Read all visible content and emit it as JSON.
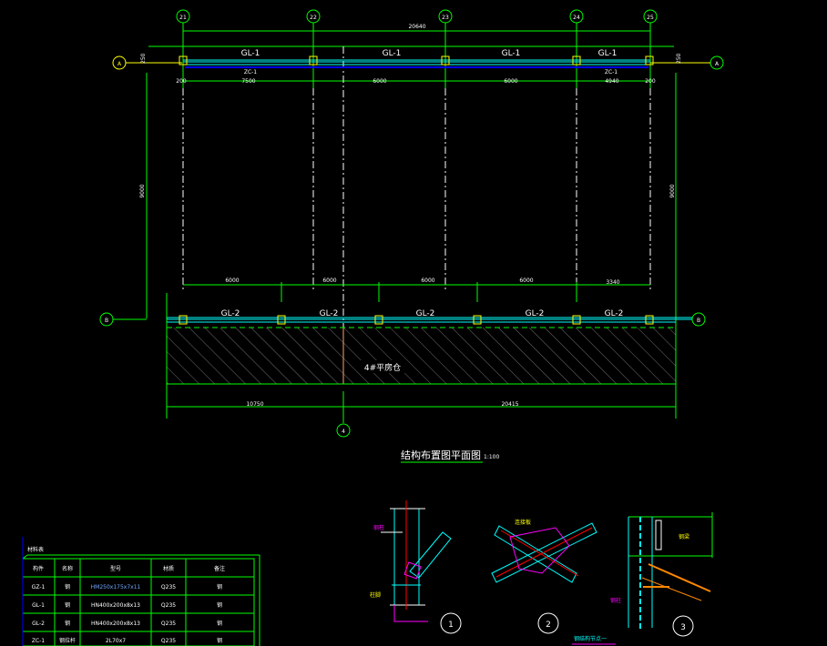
{
  "plan": {
    "top_axes": [
      "21",
      "22",
      "23",
      "24",
      "25"
    ],
    "row_axes": {
      "a": "A",
      "b": "B",
      "c": "4"
    },
    "overall_dim": "20640",
    "top_beam_labels": [
      "GL-1",
      "GL-1",
      "GL-1",
      "GL-1"
    ],
    "top_sub_labels": [
      "ZC-1",
      "ZC-1"
    ],
    "top_dims": [
      "200",
      "7500",
      "6000",
      "6000",
      "4940",
      "200"
    ],
    "side_dim": "9000",
    "side_small": "250",
    "mid_dims": [
      "6000",
      "6000",
      "6000",
      "6000",
      "3340"
    ],
    "bottom_beam_labels": [
      "GL-2",
      "GL-2",
      "GL-2",
      "GL-2",
      "GL-2"
    ],
    "area_label": "4#平房仓",
    "bottom_dims": [
      "10750",
      "20415"
    ],
    "title": "结构布置图平面图",
    "scale": "1:100"
  },
  "table": {
    "title": "材料表",
    "headers": [
      "构件",
      "名称",
      "型号",
      "材质",
      "备注"
    ],
    "rows": [
      [
        "GZ-1",
        "钢",
        "HM250x175x7x11",
        "Q235",
        "钢"
      ],
      [
        "GL-1",
        "钢",
        "HN400x200x8x13",
        "Q235",
        "钢"
      ],
      [
        "GL-2",
        "钢",
        "HN400x200x8x13",
        "Q235",
        "钢"
      ],
      [
        "ZC-1",
        "钢拉杆",
        "2L70x7",
        "Q235",
        "钢"
      ]
    ]
  },
  "details": {
    "numbers": [
      "1",
      "2",
      "3"
    ],
    "labels": {
      "d1_left": "钢柱",
      "d1_bottom": "柱脚",
      "d2_top": "连接板",
      "d3_beam": "钢梁",
      "d3_left": "钢柱"
    },
    "caption": "钢结构节点一"
  },
  "colors": {
    "grid": "#00ff00",
    "beam": "#00ffff",
    "column": "#ffff00",
    "brace": "#0000ff"
  }
}
